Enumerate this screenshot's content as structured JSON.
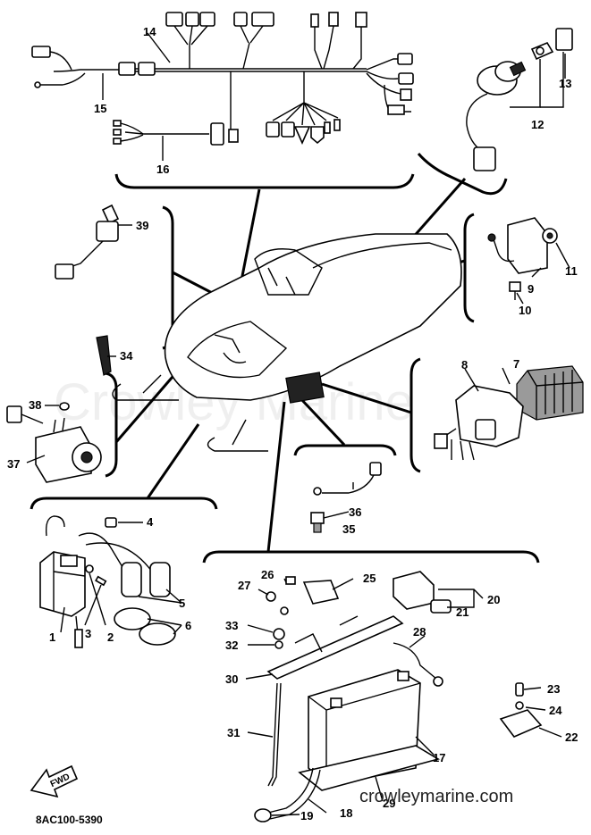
{
  "callouts": [
    {
      "id": "c1",
      "text": "1"
    },
    {
      "id": "c2",
      "text": "2"
    },
    {
      "id": "c3",
      "text": "3"
    },
    {
      "id": "c4",
      "text": "4"
    },
    {
      "id": "c5",
      "text": "5"
    },
    {
      "id": "c6",
      "text": "6"
    },
    {
      "id": "c7",
      "text": "7"
    },
    {
      "id": "c8",
      "text": "8"
    },
    {
      "id": "c9",
      "text": "9"
    },
    {
      "id": "c10",
      "text": "10"
    },
    {
      "id": "c11",
      "text": "11"
    },
    {
      "id": "c12",
      "text": "12"
    },
    {
      "id": "c13",
      "text": "13"
    },
    {
      "id": "c14",
      "text": "14"
    },
    {
      "id": "c15",
      "text": "15"
    },
    {
      "id": "c16",
      "text": "16"
    },
    {
      "id": "c17",
      "text": "17"
    },
    {
      "id": "c18",
      "text": "18"
    },
    {
      "id": "c19",
      "text": "19"
    },
    {
      "id": "c20",
      "text": "20"
    },
    {
      "id": "c21",
      "text": "21"
    },
    {
      "id": "c22",
      "text": "22"
    },
    {
      "id": "c23",
      "text": "23"
    },
    {
      "id": "c24",
      "text": "24"
    },
    {
      "id": "c25",
      "text": "25"
    },
    {
      "id": "c26",
      "text": "26"
    },
    {
      "id": "c27",
      "text": "27"
    },
    {
      "id": "c28",
      "text": "28"
    },
    {
      "id": "c29",
      "text": "29"
    },
    {
      "id": "c30",
      "text": "30"
    },
    {
      "id": "c31",
      "text": "31"
    },
    {
      "id": "c32",
      "text": "32"
    },
    {
      "id": "c33",
      "text": "33"
    },
    {
      "id": "c34",
      "text": "34"
    },
    {
      "id": "c35",
      "text": "35"
    },
    {
      "id": "c36",
      "text": "36"
    },
    {
      "id": "c37",
      "text": "37"
    },
    {
      "id": "c38",
      "text": "38"
    },
    {
      "id": "c39",
      "text": "39"
    }
  ],
  "diagram_code": "8AC100-5390",
  "site_watermark": "crowleymarine.com",
  "background_watermark": "Crowley Marine",
  "fwd_label": "FWD"
}
